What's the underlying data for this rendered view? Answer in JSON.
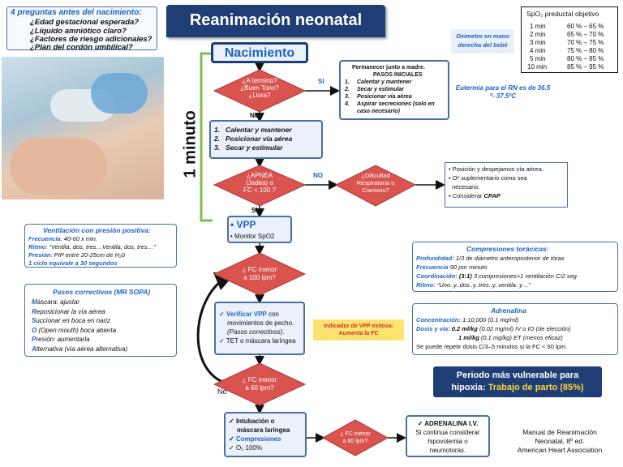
{
  "title": "Reanimación neonatal",
  "questions": {
    "heading": "4 preguntas antes del nacimiento:",
    "items": [
      "¿Edad gestacional esperada?",
      "¿Líquido amniótico claro?",
      "¿Factores de riesgo adicionales?",
      "¿Plan del cordón umbilical?"
    ]
  },
  "spo2_table": {
    "heading": "SpO₂ preductal objetivo",
    "rows": [
      {
        "time": "1 min",
        "range": "60 % – 65 %"
      },
      {
        "time": "2 min",
        "range": "65 % – 70 %"
      },
      {
        "time": "3 min",
        "range": "70 % – 75 %"
      },
      {
        "time": "4 min",
        "range": "75 % – 80 %"
      },
      {
        "time": "5 min",
        "range": "80 % – 85 %"
      },
      {
        "time": "10 min",
        "range": "85 % – 95 %"
      }
    ]
  },
  "oximeter_note": "Oxímetro en mano derecha del bebé",
  "eutermia_note": "Eutermia para el RN es de 36.5 º- 37.5ºC",
  "minute_label": "1 minuto",
  "nacimiento": "Nacimiento",
  "d1": {
    "l1": "¿A termino?",
    "l2": "¿Buen Tono?",
    "l3": "¿Llora?"
  },
  "si": "SI",
  "no": "NO",
  "no_lower": "No",
  "madre": {
    "l1": "Permanecer junto a madre.",
    "l2": "PASOS INICIALES",
    "steps": [
      {
        "n": "1.",
        "t": "Calentar y mantener"
      },
      {
        "n": "2.",
        "t": "Secar y  estimular"
      },
      {
        "n": "3.",
        "t": "Posicionar vía aérea"
      },
      {
        "n": "4.",
        "t": "Aspirar secreciones (solo en"
      }
    ],
    "l7": "caso necesario)"
  },
  "pasos": [
    {
      "n": "1.",
      "t": "Calentar y mantener"
    },
    {
      "n": "2.",
      "t": "Posicionar vía aérea"
    },
    {
      "n": "3.",
      "t": "Secar y  estimular"
    }
  ],
  "d2": {
    "l1": "¿APNEA",
    "l2": "(Jadea) o",
    "l3": "FC < 100 ?"
  },
  "d3": {
    "l1": "¿Dificultad",
    "l2": "Respiratoria o",
    "l3": "Cianosis?"
  },
  "cpap": {
    "l1": "• Posición y despejamos vía aérea.",
    "l2": "•   O² suplementario como sea",
    "l3": "necesario.",
    "l4_pre": "•  Considerar ",
    "l4_b": "CPAP"
  },
  "vpp": {
    "title": "• VPP",
    "sub": "• Monitor SpO2"
  },
  "ventilacion": {
    "heading": "Ventilación con presión positiva:",
    "l1_k": "Frecuencia",
    "l1_v": ": 40-60 x min.",
    "l2_k": "Ritmo",
    "l2_v": ": “Ventila, dos, tres…Ventila, dos, tres…”",
    "l3_k": "Presión",
    "l3_v": ": PIP entre 20-25cm de H₂0",
    "l4": "1 ciclo equivale a 30 segundos"
  },
  "d4": {
    "l1": "¿ FC menor",
    "l2": "a 100 lpm?"
  },
  "verificar": {
    "l1_b": "Verificar VPP",
    "l1_r": " con",
    "l2": "movimientos de pecho.",
    "l3": "(Pasos correctivos).",
    "l4": "TET o máscara laríngea"
  },
  "indicador": {
    "l1": "Indicador de VPP exitosa:",
    "l2": "Aumenta la FC"
  },
  "sopa": {
    "heading": "Pasos correctivos (MR SOPA)",
    "items": [
      {
        "first": "M",
        "rest": "áscara: ajustar"
      },
      {
        "first": "R",
        "rest": "eposicionar la vía aérea"
      },
      {
        "first": "S",
        "rest": "uccionar en boca en nariz"
      },
      {
        "first": "O",
        "rest": " (Open mouth) boca abierta"
      },
      {
        "first": "P",
        "rest": "resión: aumentarla"
      },
      {
        "first": "A",
        "rest": "lternativa (vía aérea alternativa)"
      }
    ]
  },
  "compresiones": {
    "heading": "Compresiones torácicas:",
    "l1_k": "Profundidad:",
    "l1_v": " 1/3 de diámetro anteroposterior de tórax",
    "l2_k": "Frecuencia",
    "l2_v": " 90 por minuto",
    "l3_k": "Coordinación:",
    "l3_b": " (3:1)",
    "l3_v": " 3 compresiones+1 ventilación C/2 seg.",
    "l4_k": "Ritmo:",
    "l4_v": " “Uno..y..dos..y..tres..y..ventila..y…”"
  },
  "adrenalina": {
    "heading": "Adrenalina",
    "l1_k": "Concentración:",
    "l1_v": " 1:10,000 (0.1 mg/ml)",
    "l2_k": "Dosis y vía:",
    "l2_b": " 0.2 ml/kg",
    "l2_v": " (0.02 mg/ml) IV o IO (de elección)",
    "l3_b": "1 ml/kg",
    "l3_v": " (0.1 mg/kg) ET (menos eficaz)",
    "l4": "Se puede repetir dosis C/3–5 minutos si la FC < 60 lpm."
  },
  "periodo": {
    "l1": "Periodo más vulnerable para",
    "l2_a": "hipoxia: ",
    "l2_b": "Trabajo de parto (85%)"
  },
  "d5": {
    "l1": "¿ FC menor",
    "l2": "a 60 lpm?"
  },
  "intubacion": {
    "l1": "Intubación o",
    "l2": "máscara laríngea",
    "l3": "Compresiones",
    "l4": "O₂ 100%"
  },
  "d6": {
    "l1": "¿ FC menor",
    "l2": "a 60 lpm?"
  },
  "adrenalina_iv": {
    "l1": "ADRENALINA I.V.",
    "l2": "Si continua considerar",
    "l3": "hipovolemia o",
    "l4": "neumotorax."
  },
  "manual": {
    "l1": "Manual de Reanimación",
    "l2": "Neonatal, 8º ed.",
    "l3": "American Heart Association"
  },
  "colors": {
    "navy": "#1f3e75",
    "diamond": "#d9534f",
    "blue_text": "#1f62c2",
    "green_line": "#7cc04a",
    "yellow": "#ffe36e"
  }
}
